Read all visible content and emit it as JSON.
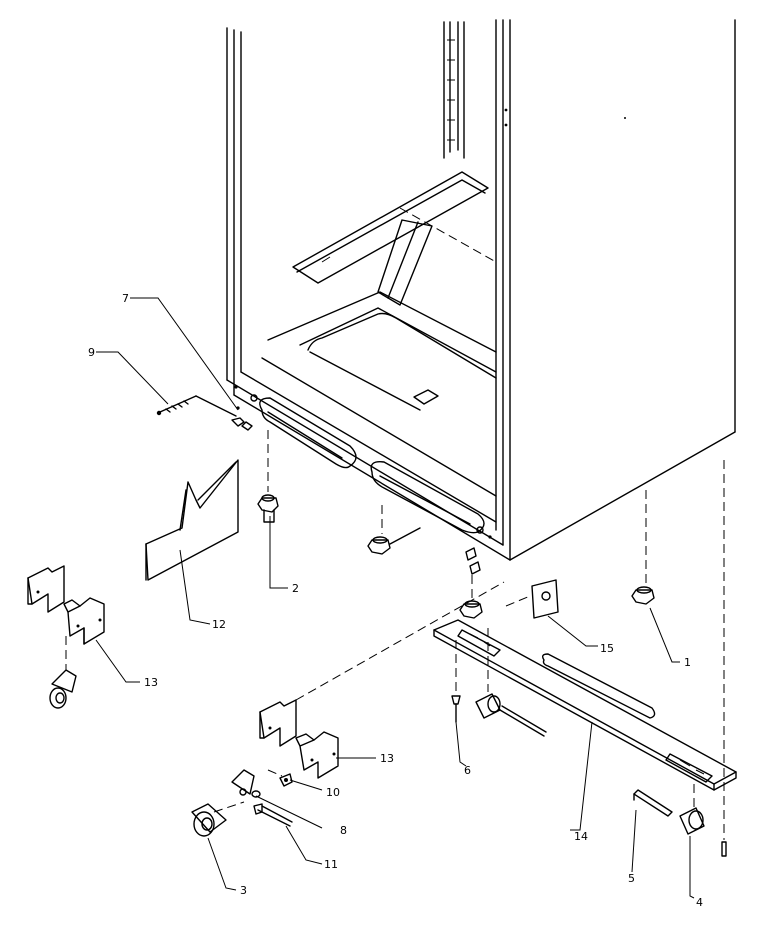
{
  "callouts": [
    {
      "id": "1",
      "label": "1"
    },
    {
      "id": "2",
      "label": "2"
    },
    {
      "id": "3",
      "label": "3"
    },
    {
      "id": "4",
      "label": "4"
    },
    {
      "id": "5",
      "label": "5"
    },
    {
      "id": "6",
      "label": "6"
    },
    {
      "id": "7",
      "label": "7"
    },
    {
      "id": "8",
      "label": "8"
    },
    {
      "id": "9",
      "label": "9"
    },
    {
      "id": "10",
      "label": "10"
    },
    {
      "id": "11",
      "label": "11"
    },
    {
      "id": "12",
      "label": "12"
    },
    {
      "id": "13a",
      "label": "13"
    },
    {
      "id": "13b",
      "label": "13"
    },
    {
      "id": "14",
      "label": "14"
    },
    {
      "id": "15",
      "label": "15"
    }
  ],
  "colors": {
    "ink": "#000000",
    "paper": "#ffffff"
  }
}
